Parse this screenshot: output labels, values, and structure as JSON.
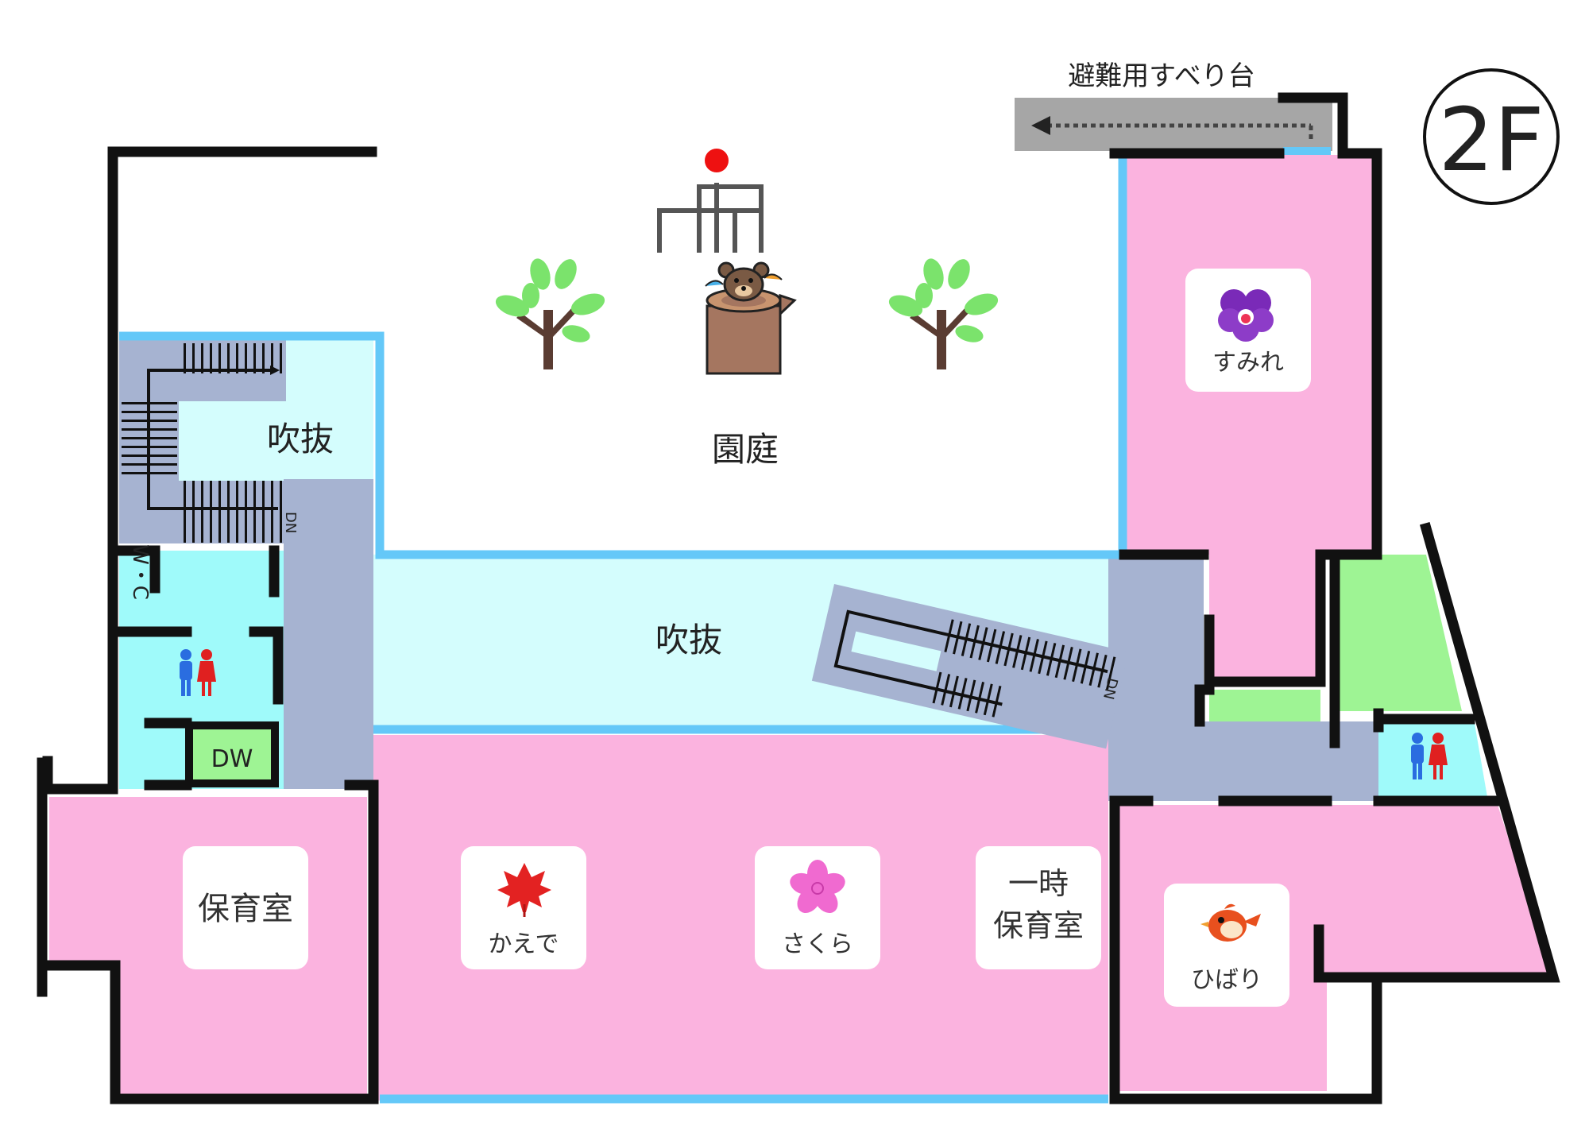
{
  "floor_label": "2F",
  "slide_label": "避難用すべり台",
  "garden_label": "園庭",
  "atrium_small_label": "吹抜",
  "atrium_large_label": "吹抜",
  "dn_label_1": "DN",
  "dn_label_2": "DN",
  "wc_label": "W・C",
  "dw_label": "DW",
  "rooms": {
    "sumire": "すみれ",
    "kaede": "かえで",
    "sakura": "さくら",
    "hibari": "ひばり",
    "hoikushitsu": "保育室",
    "ichiji_line1": "一時",
    "ichiji_line2": "保育室"
  },
  "colors": {
    "room_pink": "#fbb3df",
    "atrium_cyan": "#d4fdfd",
    "corridor_gray": "#a6b3d1",
    "wc_cyan": "#9ffafa",
    "green": "#9ef494",
    "window_blue": "#64c8f8",
    "wall": "#111111"
  },
  "icons": [
    "playground-climber-icon",
    "tree-icon",
    "bear-stump-icon",
    "pansy-icon",
    "maple-leaf-icon",
    "cherry-blossom-icon",
    "sparrow-icon",
    "restroom-icon"
  ]
}
